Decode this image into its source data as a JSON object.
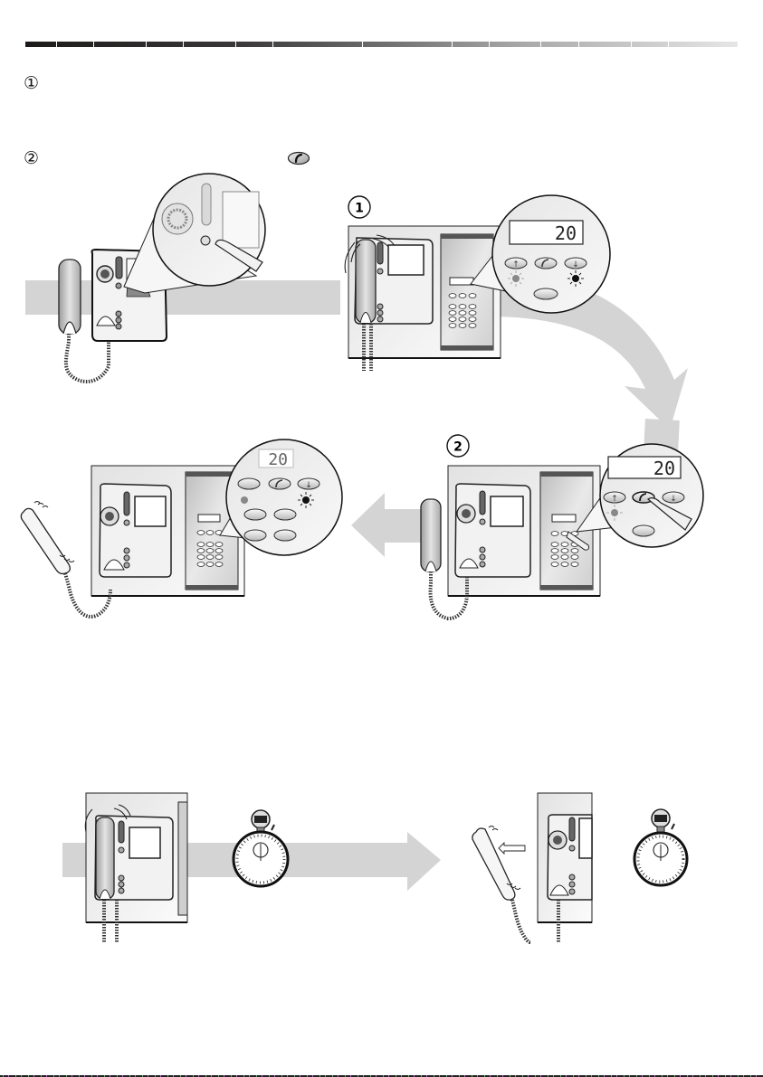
{
  "page": {
    "header_bar": {
      "segments": 14,
      "gradient": [
        "#1d1a1a",
        "#e6e6e6"
      ]
    },
    "instructions": [
      {
        "marker": "①",
        "text": ""
      },
      {
        "marker": "②",
        "text": "",
        "inline_icon": "call-button-icon"
      }
    ]
  },
  "figures": {
    "fig_a": {
      "description": "handset lifted beside intercom monitor, zoom on button press",
      "icons": [
        "handset-icon",
        "monitor-icon",
        "finger-press-icon"
      ]
    },
    "fig_b": {
      "step_badge": "1",
      "display_value": "20",
      "keys": [
        "up-arrow-key",
        "call-key",
        "down-arrow-key"
      ],
      "led_states": [
        "blinking",
        "off",
        "blinking-active"
      ]
    },
    "fig_c": {
      "step_badge": "2",
      "display_value": "20",
      "pressed_key": "call-key"
    },
    "fig_d": {
      "display_value": "20",
      "handset_state": "ringing-lifted"
    },
    "fig_e": {
      "description": "handset ringing on cradle, timer running",
      "icons": [
        "stopwatch-icon"
      ]
    },
    "fig_f": {
      "description": "handset lifted off cradle, timer",
      "icons": [
        "stopwatch-icon"
      ]
    }
  },
  "colors": {
    "band": "#d4d4d4",
    "panel": "#efefef",
    "outline": "#1a1a1a",
    "led_active": "#111111",
    "led_idle": "#888888"
  }
}
